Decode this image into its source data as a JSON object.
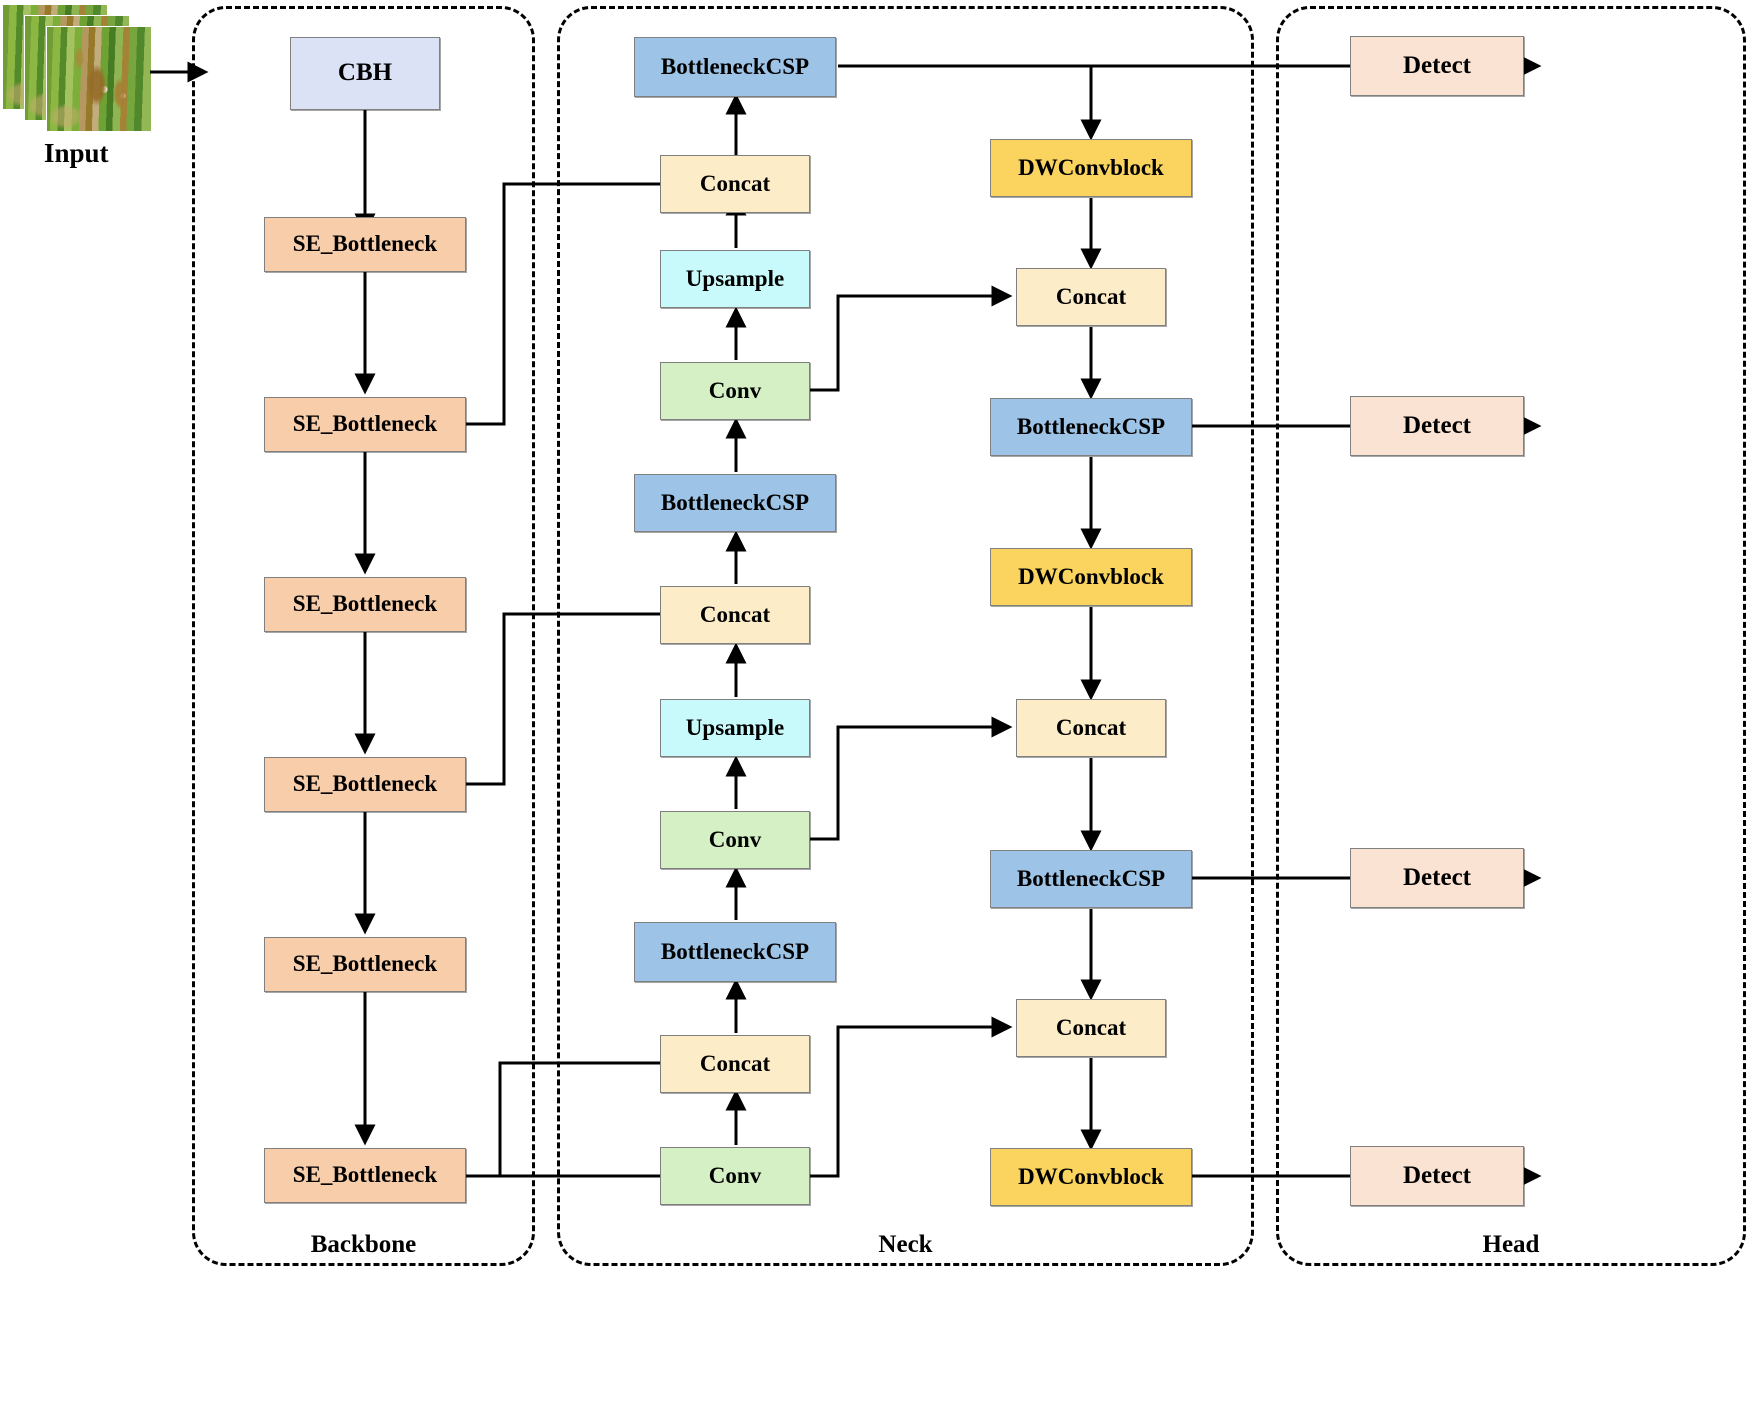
{
  "figure": {
    "type": "neural-network-architecture-diagram",
    "title": "",
    "groups": [
      {
        "id": "backbone",
        "label": "Backbone"
      },
      {
        "id": "neck",
        "label": "Neck"
      },
      {
        "id": "head",
        "label": "Head"
      }
    ]
  },
  "input": {
    "label": "Input",
    "icon": "image-stack-icon",
    "image_count": 3,
    "description": "stack of rice leaf disease photographs"
  },
  "colors": {
    "cbh": "#dbe2f5",
    "se_bottleneck": "#f8cdaa",
    "bottleneckcsp": "#9dc3e6",
    "concat": "#fdecc8",
    "upsample": "#c8f9fb",
    "conv": "#d4f0c4",
    "dwconvblock": "#fad45e",
    "detect": "#fae3d3",
    "edge": "#000000",
    "group_border": "#000000"
  },
  "backbone": {
    "label": "Backbone",
    "nodes": [
      {
        "id": "cbh",
        "label": "CBH"
      },
      {
        "id": "se1",
        "label": "SE_Bottleneck"
      },
      {
        "id": "se2",
        "label": "SE_Bottleneck"
      },
      {
        "id": "se3",
        "label": "SE_Bottleneck"
      },
      {
        "id": "se4",
        "label": "SE_Bottleneck"
      },
      {
        "id": "se5",
        "label": "SE_Bottleneck"
      },
      {
        "id": "se6",
        "label": "SE_Bottleneck"
      }
    ]
  },
  "neck": {
    "label": "Neck",
    "nodes": [
      {
        "id": "bcsp_top",
        "label": "BottleneckCSP"
      },
      {
        "id": "concat_n1",
        "label": "Concat"
      },
      {
        "id": "upsample_n1",
        "label": "Upsample"
      },
      {
        "id": "conv_n1",
        "label": "Conv"
      },
      {
        "id": "bcsp_mid",
        "label": "BottleneckCSP"
      },
      {
        "id": "concat_n2",
        "label": "Concat"
      },
      {
        "id": "upsample_n2",
        "label": "Upsample"
      },
      {
        "id": "conv_n2",
        "label": "Conv"
      },
      {
        "id": "bcsp_low",
        "label": "BottleneckCSP"
      },
      {
        "id": "concat_n3",
        "label": "Concat"
      },
      {
        "id": "conv_n3",
        "label": "Conv"
      },
      {
        "id": "dwconv_r1",
        "label": "DWConvblock"
      },
      {
        "id": "concat_r1",
        "label": "Concat"
      },
      {
        "id": "bcsp_r1",
        "label": "BottleneckCSP"
      },
      {
        "id": "dwconv_r2",
        "label": "DWConvblock"
      },
      {
        "id": "concat_r2",
        "label": "Concat"
      },
      {
        "id": "bcsp_r2",
        "label": "BottleneckCSP"
      },
      {
        "id": "concat_r3",
        "label": "Concat"
      },
      {
        "id": "dwconv_r3",
        "label": "DWConvblock"
      }
    ]
  },
  "head": {
    "label": "Head",
    "nodes": [
      {
        "id": "detect1",
        "label": "Detect"
      },
      {
        "id": "detect2",
        "label": "Detect"
      },
      {
        "id": "detect3",
        "label": "Detect"
      },
      {
        "id": "detect4",
        "label": "Detect"
      }
    ]
  }
}
